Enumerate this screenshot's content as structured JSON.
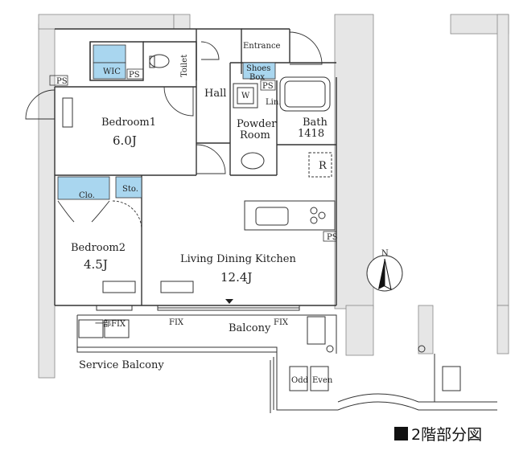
{
  "rooms": {
    "entrance": "Entrance",
    "toilet": "Toilet",
    "wic": "WIC",
    "ps": "PS",
    "shoes_box": "Shoes\nBox",
    "hall": "Hall",
    "w": "W",
    "lin": "Lin.",
    "bedroom1": "Bedroom1",
    "bedroom1_size": "6.0J",
    "powder_room": "Powder\nRoom",
    "bath": "Bath\n1418",
    "r": "R",
    "clo": "Clo.",
    "sto": "Sto.",
    "bedroom2": "Bedroom2",
    "bedroom2_size": "4.5J",
    "ldk": "Living Dining Kitchen",
    "ldk_size": "12.4J",
    "fix_left": "FIX",
    "fix_right": "FIX",
    "part_fix": "一部FIX",
    "balcony": "Balcony",
    "service_balcony": "Service Balcony",
    "odd": "Odd",
    "even": "Even"
  },
  "compass": "N",
  "legend": "2階部分図",
  "colors": {
    "storage": "#a9d6ef",
    "wall": "#e6e6e6",
    "line": "#333333"
  }
}
